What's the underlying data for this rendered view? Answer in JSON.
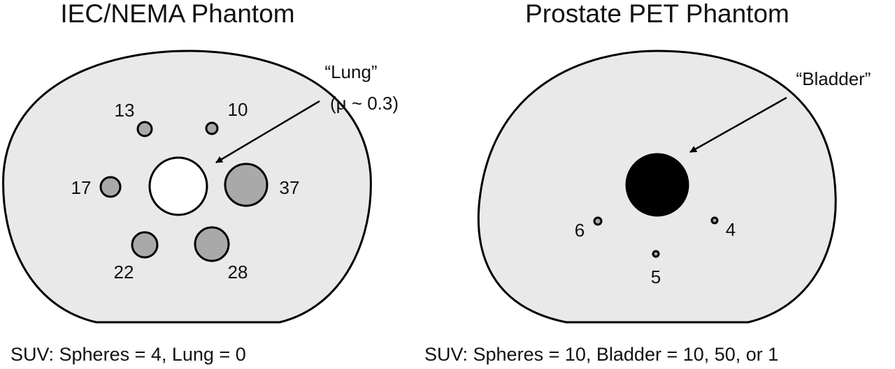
{
  "iec": {
    "title": "IEC/NEMA Phantom",
    "lung_label": "“Lung”",
    "lung_mu": "(μ ~ 0.3)",
    "suv": "SUV:  Spheres = 4, Lung = 0",
    "spheres": [
      {
        "label": "13"
      },
      {
        "label": "10"
      },
      {
        "label": "17"
      },
      {
        "label": "37"
      },
      {
        "label": "22"
      },
      {
        "label": "28"
      }
    ]
  },
  "prostate": {
    "title": "Prostate PET Phantom",
    "bladder_label": "“Bladder”",
    "suv": "SUV:  Spheres = 10, Bladder = 10, 50, or 1",
    "spheres": [
      {
        "label": "6"
      },
      {
        "label": "4"
      },
      {
        "label": "5"
      }
    ]
  },
  "colors": {
    "phantom_fill": "#e9e9e9",
    "sphere_fill": "#a9a9a9",
    "lung_fill": "#ffffff",
    "bladder_fill": "#000000",
    "outline": "#000000"
  }
}
